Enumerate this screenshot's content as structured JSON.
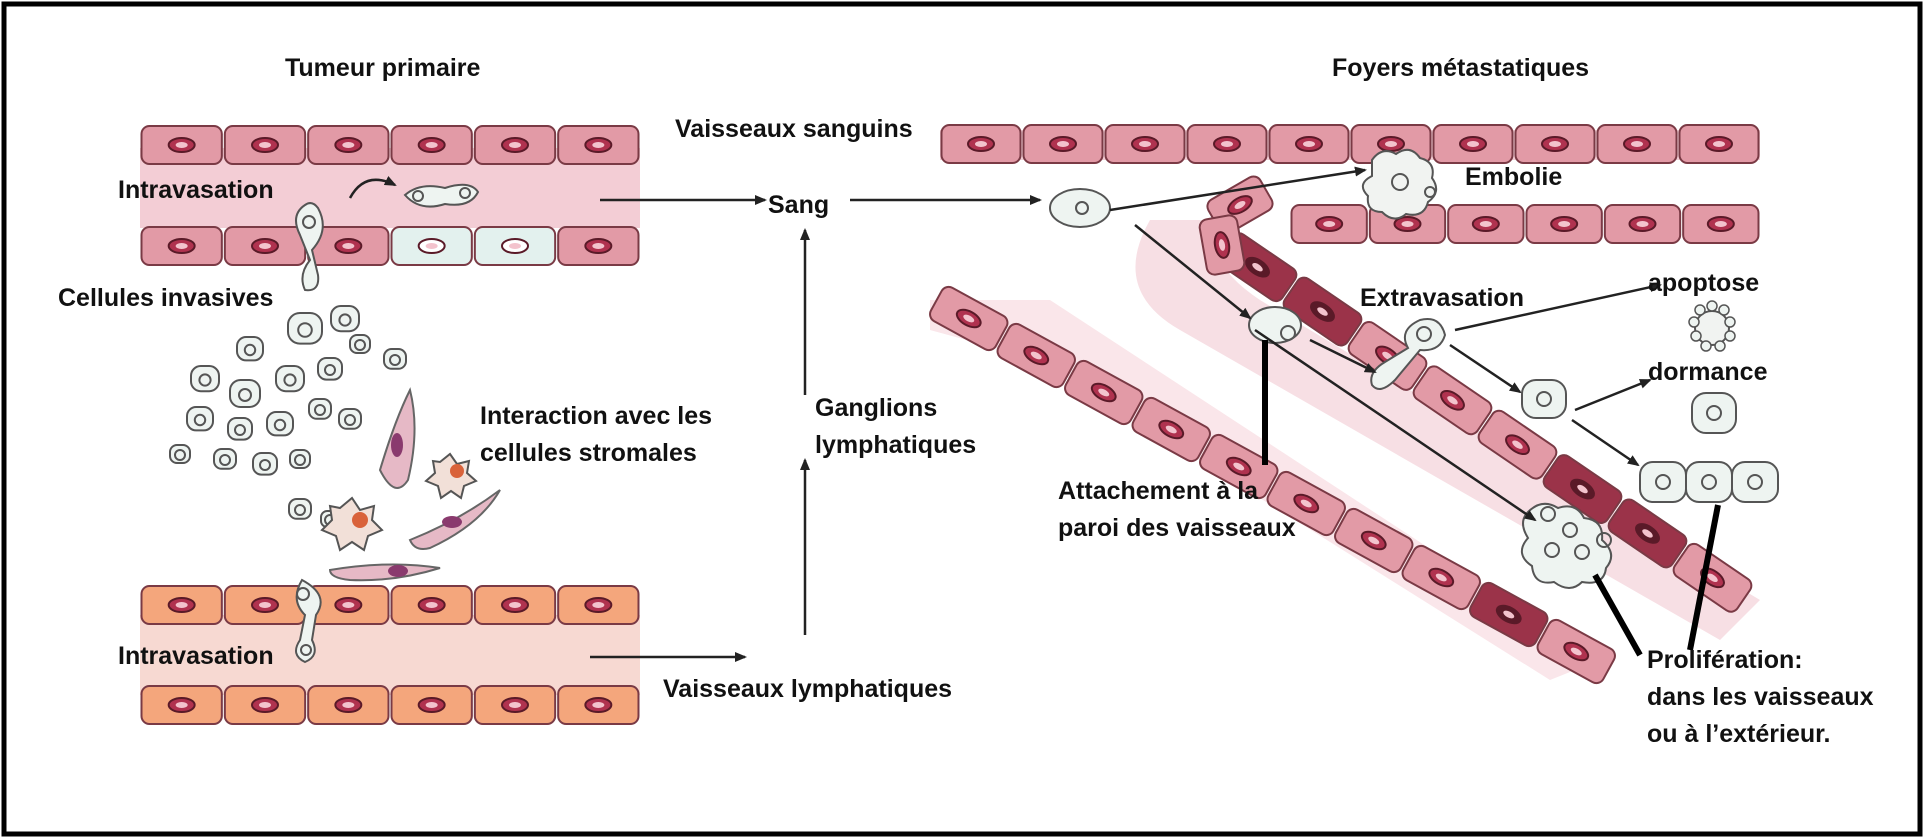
{
  "titles": {
    "primary_tumor": "Tumeur primaire",
    "metastatic_foci": "Foyers métastatiques"
  },
  "labels": {
    "intravasation_top": "Intravasation",
    "invasive_cells": "Cellules invasives",
    "stromal_line1": "Interaction avec les",
    "stromal_line2": "cellules stromales",
    "intravasation_bottom": "Intravasation",
    "blood": "Sang",
    "lymph_nodes_line1": "Ganglions",
    "lymph_nodes_line2": "lymphatiques",
    "lymph_vessels": "Vaisseaux lymphatiques",
    "blood_vessels": "Vaisseaux sanguins",
    "embolism": "Embolie",
    "extravasation": "Extravasation",
    "apoptosis": "apoptose",
    "dormancy": "dormance",
    "attachment_line1": "Attachement à la",
    "attachment_line2": "paroi des vaisseaux",
    "proliferation_line1": "Prolifération:",
    "proliferation_line2": "dans les vaisseaux",
    "proliferation_line3": "ou à l’extérieur."
  },
  "colors": {
    "border": "#000000",
    "endothelium": "#e29aa6",
    "endothelium_dark": "#9b3349",
    "lymph_endothelium": "#f4a67c",
    "nucleus": "#b0324f",
    "vessel_lumen": "#f6d9de",
    "tumor_cell": "#eef4f1",
    "stromal_nucleus": "#d9623a",
    "arrow": "#222222"
  }
}
